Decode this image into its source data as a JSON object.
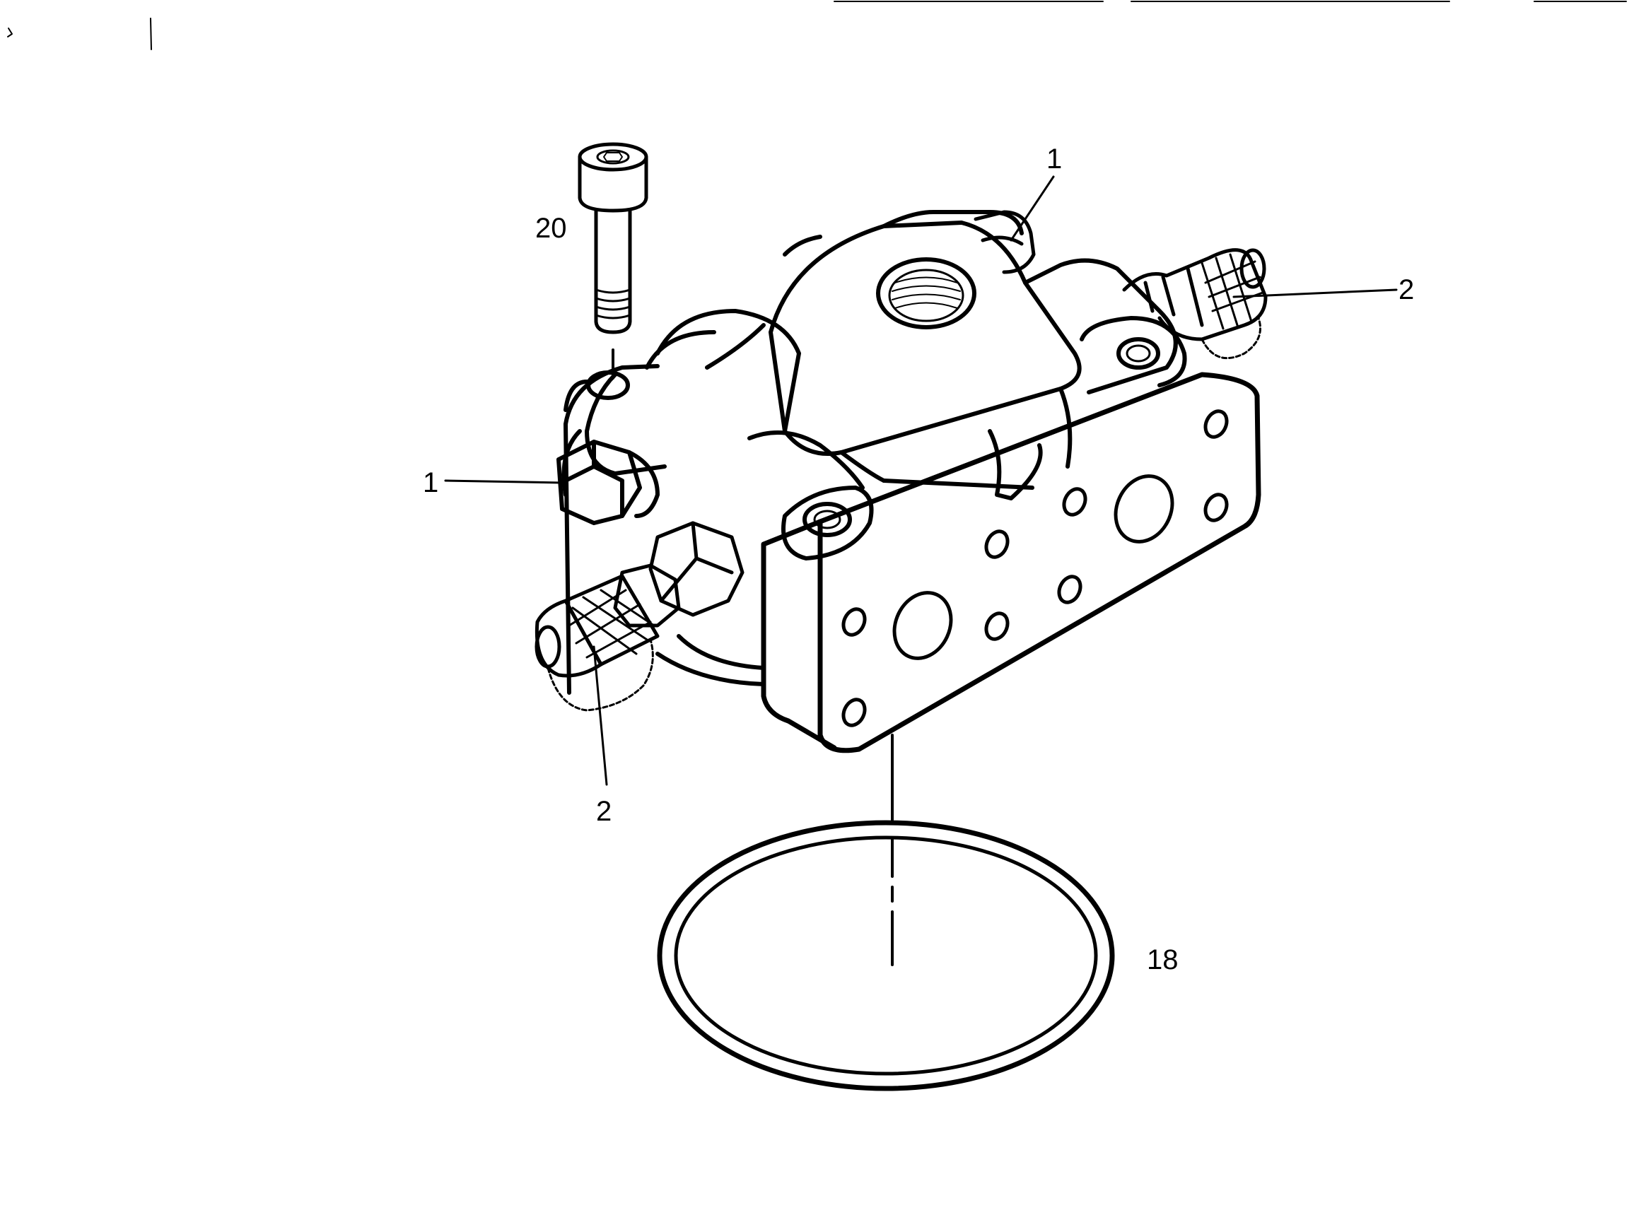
{
  "diagram": {
    "callouts": [
      {
        "id": "bolt",
        "label": "20"
      },
      {
        "id": "relief-top",
        "label": "1"
      },
      {
        "id": "coupler-right",
        "label": "2"
      },
      {
        "id": "relief-left",
        "label": "1"
      },
      {
        "id": "coupler-bottom",
        "label": "2"
      },
      {
        "id": "seal-ring",
        "label": "18"
      }
    ]
  }
}
